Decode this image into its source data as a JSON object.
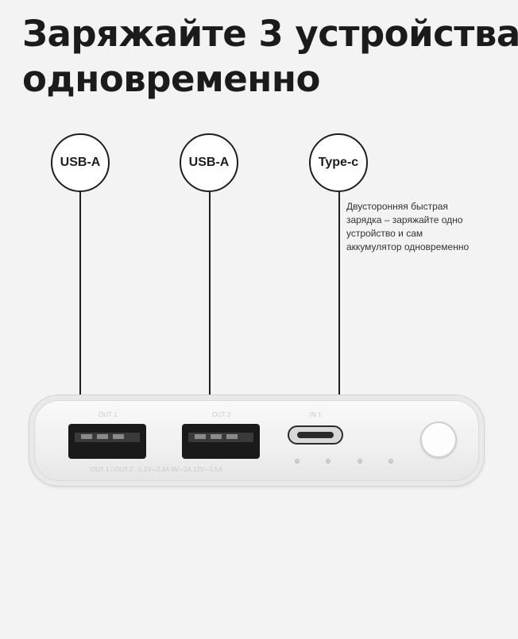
{
  "title": {
    "line1": "Заряжайте 3 устройства",
    "line2": "одновременно"
  },
  "callouts": [
    {
      "label": "USB-A"
    },
    {
      "label": "USB-A"
    },
    {
      "label": "Type-c"
    }
  ],
  "typec_note": {
    "lines": [
      "Двусторонняя быстрая",
      "зарядка – заряжайте одно",
      "устройство и сам",
      "аккумулятор одновременно"
    ]
  },
  "device": {
    "port_labels": [
      "OUT 1",
      "OUT 2",
      "IN 1"
    ],
    "spec_text": "OUT 1 / OUT 2 : 5.1V⎓2.4A  9V⎓2A  12V⎓1.5A",
    "led_count": 4,
    "colors": {
      "body": "#f0f0f0",
      "port": "#1a1a1a",
      "accent": "#1e1e1e"
    }
  }
}
